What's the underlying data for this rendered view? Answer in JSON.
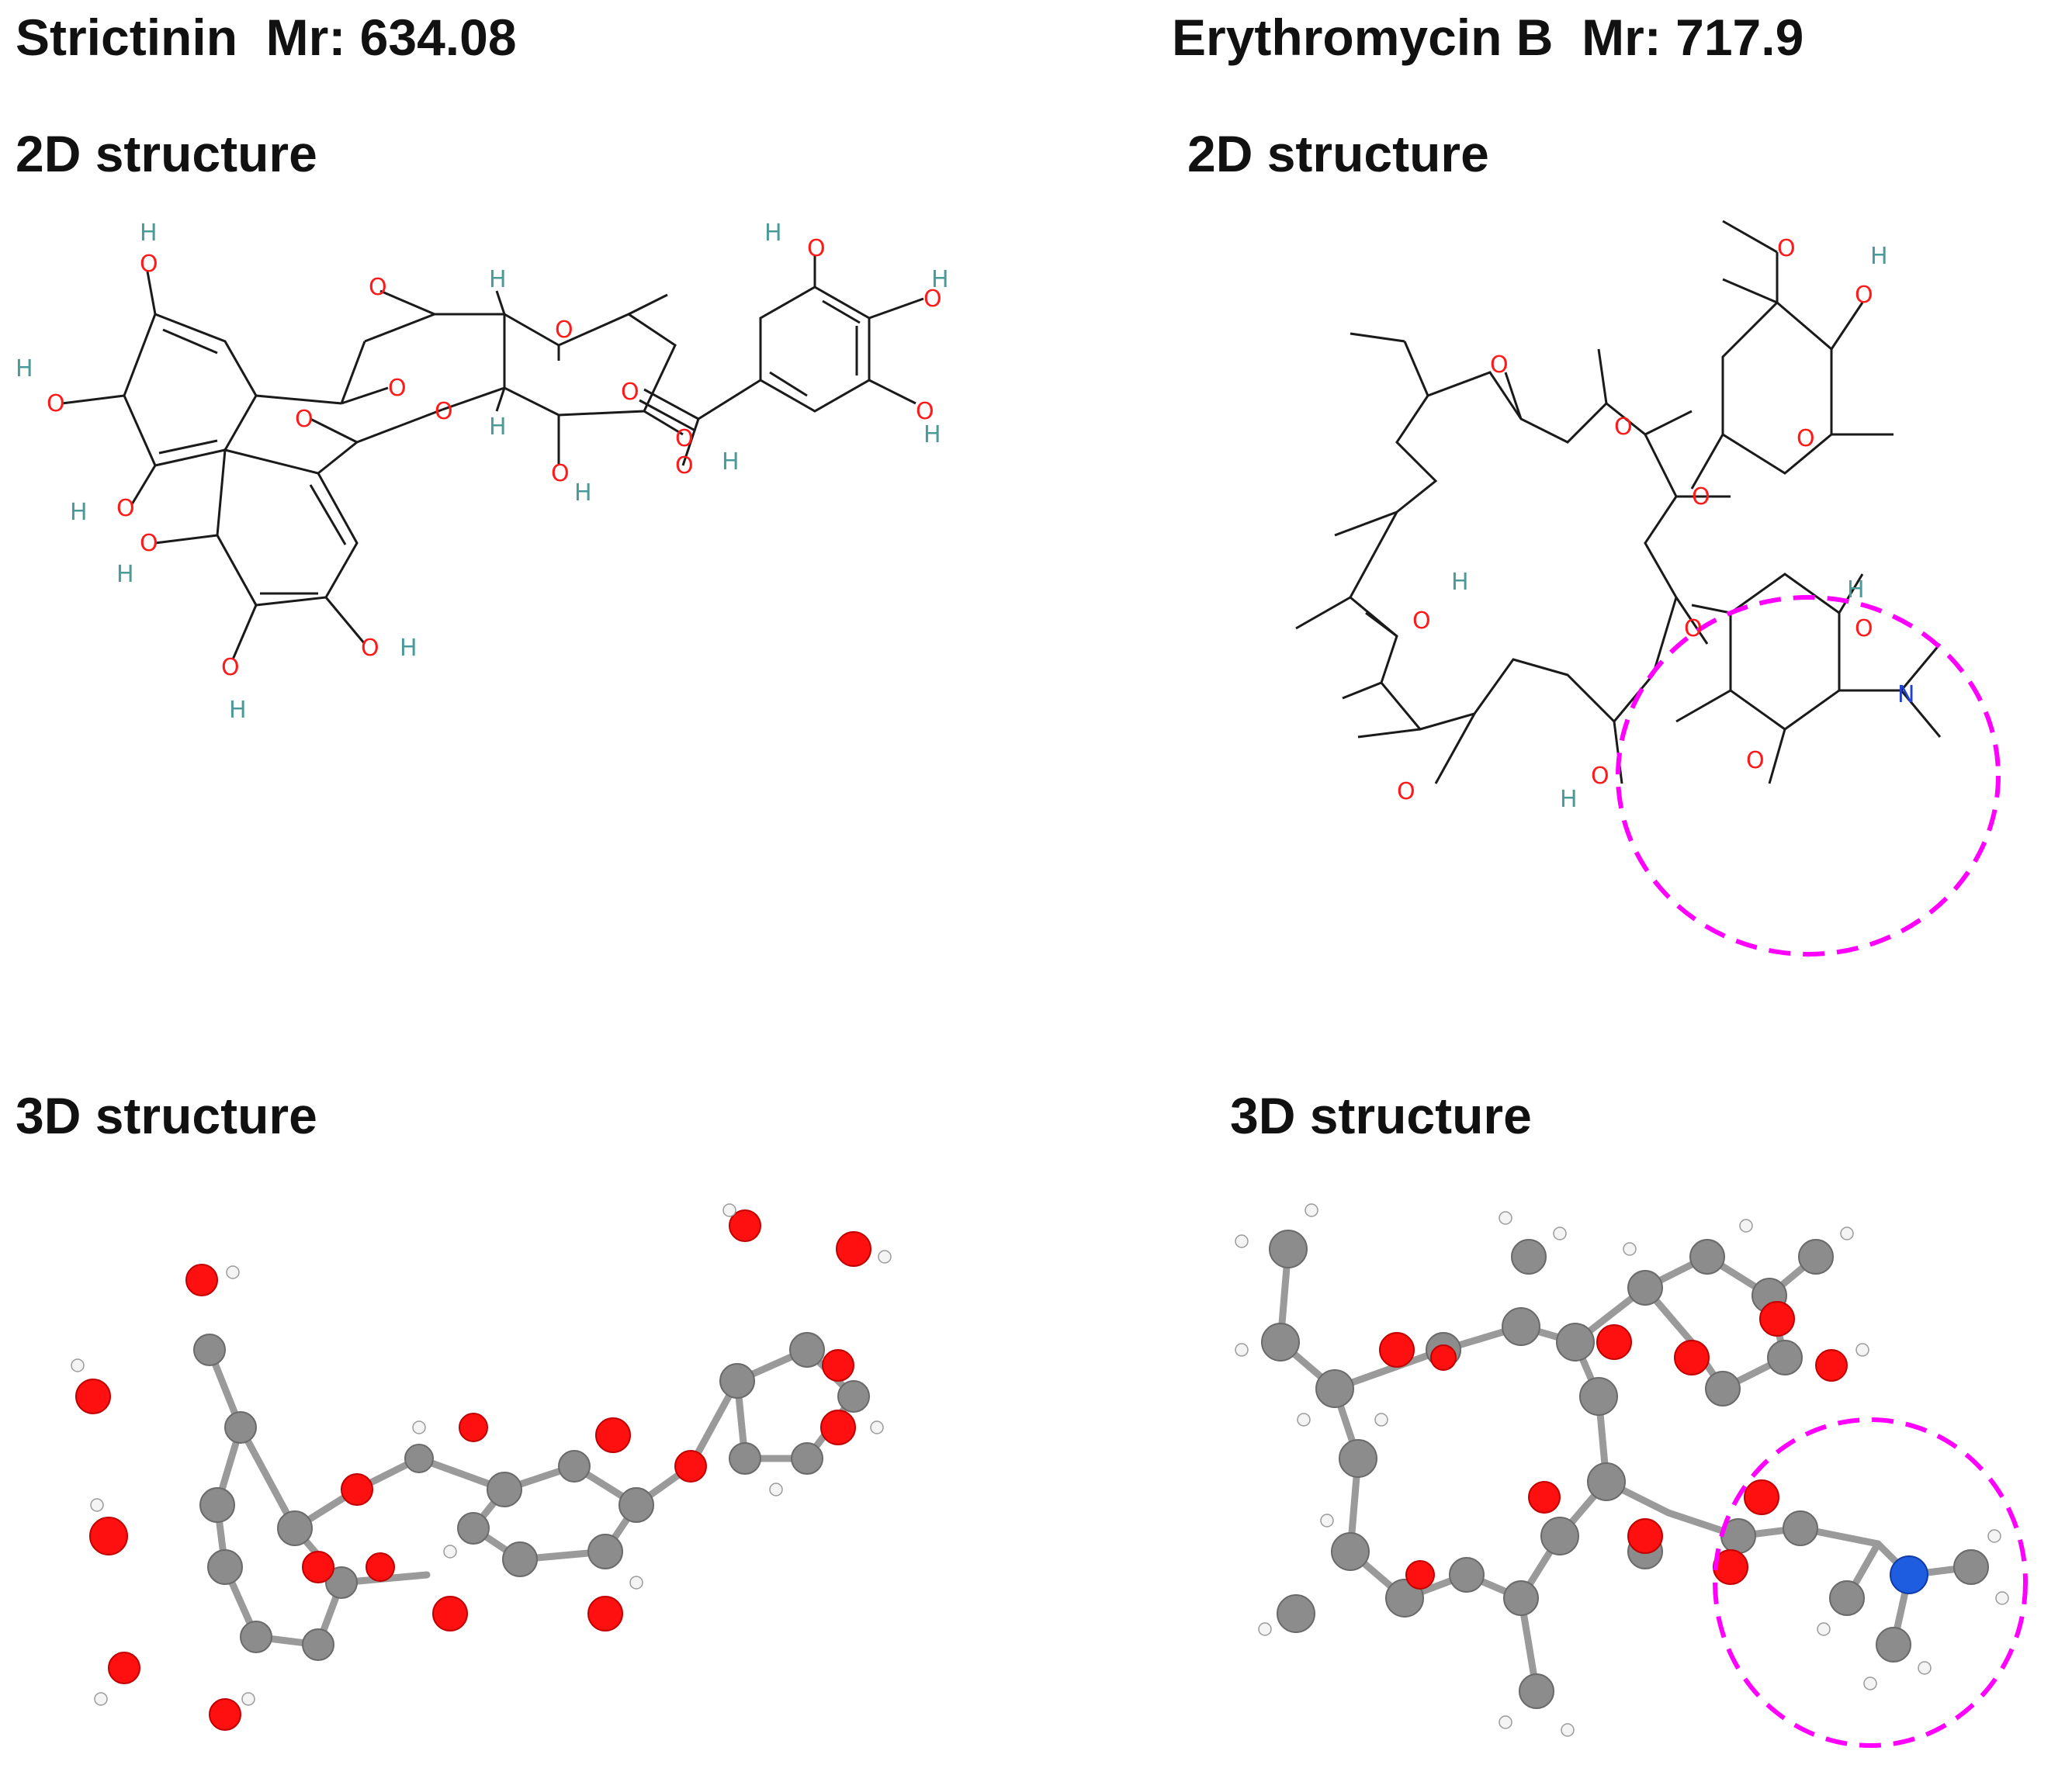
{
  "left": {
    "title": "Strictinin  Mr: 634.08",
    "subtitle_2d": "2D structure",
    "subtitle_3d": "3D structure",
    "atom_labels": {
      "oxygen": "O",
      "hydrogen": "H"
    }
  },
  "right": {
    "title": "Erythromycin B  Mr: 717.9",
    "subtitle_2d": "2D structure",
    "subtitle_3d": "3D structure",
    "atom_labels": {
      "oxygen": "O",
      "hydrogen": "H",
      "nitrogen": "N"
    }
  },
  "colors": {
    "oxygen": "#ff1a1a",
    "hydrogen_label": "#4a9a9a",
    "nitrogen": "#2040d0",
    "carbon_sphere": "#8c8c8c",
    "highlight_circle": "#ff00ff"
  }
}
